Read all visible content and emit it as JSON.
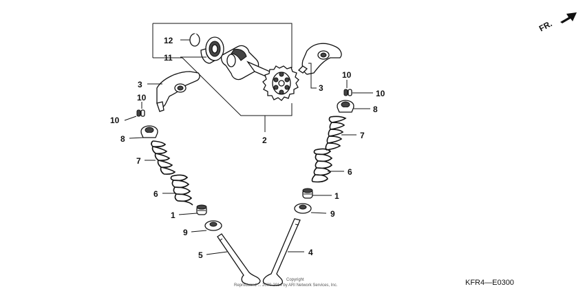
{
  "direction": {
    "label": "FR."
  },
  "diagram_code": "KFR4—E0300",
  "copyright": [
    "Copyright",
    "Reproduced ... 2000-2014 by ARI Network Services, Inc."
  ],
  "callouts": [
    {
      "id": "c-12",
      "text": "12"
    },
    {
      "id": "c-11",
      "text": "11"
    },
    {
      "id": "c-3-left",
      "text": "3"
    },
    {
      "id": "c-3-right",
      "text": "3"
    },
    {
      "id": "c-10-left-top",
      "text": "10"
    },
    {
      "id": "c-10-left",
      "text": "10"
    },
    {
      "id": "c-10-right-top",
      "text": "10"
    },
    {
      "id": "c-10-right",
      "text": "10"
    },
    {
      "id": "c-8-left",
      "text": "8"
    },
    {
      "id": "c-8-right",
      "text": "8"
    },
    {
      "id": "c-7-left",
      "text": "7"
    },
    {
      "id": "c-7-right",
      "text": "7"
    },
    {
      "id": "c-6-left",
      "text": "6"
    },
    {
      "id": "c-6-right",
      "text": "6"
    },
    {
      "id": "c-1-left",
      "text": "1"
    },
    {
      "id": "c-1-right",
      "text": "1"
    },
    {
      "id": "c-9-left",
      "text": "9"
    },
    {
      "id": "c-9-right",
      "text": "9"
    },
    {
      "id": "c-2",
      "text": "2"
    },
    {
      "id": "c-5",
      "text": "5"
    },
    {
      "id": "c-4",
      "text": "4"
    }
  ]
}
